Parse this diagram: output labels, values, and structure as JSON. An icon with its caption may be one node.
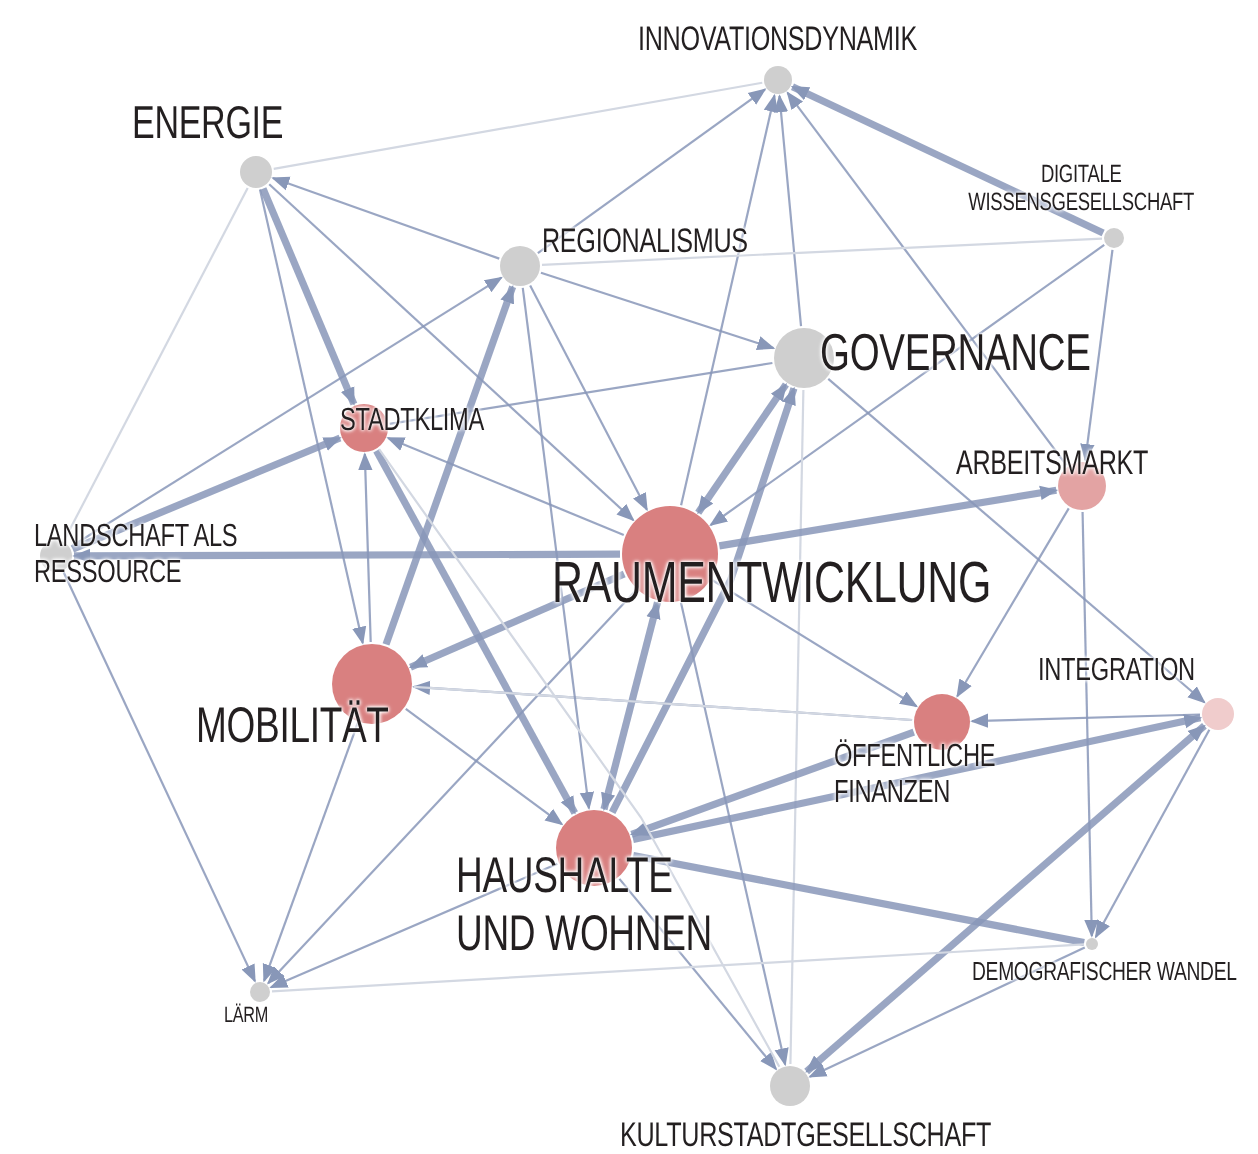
{
  "diagram": {
    "nodes": [
      {
        "text": [
          "INNOVATIONSDYNAMIK"
        ]
      },
      {
        "text": [
          "ENERGIE"
        ]
      },
      {
        "text": [
          "DIGITALE WISSENSGESELLSCHAFT"
        ]
      },
      {
        "text": [
          "REGIONALISMUS"
        ]
      },
      {
        "text": [
          "GOVERNANCE"
        ]
      },
      {
        "text": [
          "STADTKLIMA"
        ]
      },
      {
        "text": [
          "ARBEITSMARKT"
        ]
      },
      {
        "text": [
          "LANDSCHAFT ALS RESSOURCE"
        ]
      },
      {
        "text": [
          "RAUMENTWICKLUNG"
        ]
      },
      {
        "text": [
          "MOBILITÄT"
        ]
      },
      {
        "text": [
          "INTEGRATION"
        ]
      },
      {
        "text": [
          "ÖFFENTLICHE FINANZEN"
        ]
      },
      {
        "text": [
          "HAUSHALTE UND WOHNEN"
        ]
      },
      {
        "text": [
          "LÄRM"
        ]
      },
      {
        "text": [
          "DEMOGRAFISCHER WANDEL"
        ]
      },
      {
        "text": [
          "KULTURSTADTGESELLSCHAFT"
        ]
      }
    ],
    "edges": [
      {
        "from": 1,
        "to": 5,
        "arrow": "to",
        "style": "thick"
      },
      {
        "from": 3,
        "to": 1,
        "arrow": "to"
      },
      {
        "from": 1,
        "to": 8,
        "arrow": "to"
      },
      {
        "from": 1,
        "to": 9,
        "arrow": "to"
      },
      {
        "from": 1,
        "to": 7,
        "arrow": "none",
        "color": "#d3d8e2"
      },
      {
        "from": 1,
        "to": 0,
        "arrow": "none",
        "color": "#d3d8e2"
      },
      {
        "from": 7,
        "to": 5,
        "arrow": "to",
        "style": "thick"
      },
      {
        "from": 8,
        "to": 7,
        "arrow": "to",
        "style": "thick"
      },
      {
        "from": 7,
        "to": 13,
        "arrow": "to"
      },
      {
        "from": 9,
        "to": 13,
        "arrow": "to"
      },
      {
        "from": 12,
        "to": 13,
        "arrow": "to"
      },
      {
        "from": 8,
        "to": 13,
        "arrow": "to"
      },
      {
        "from": 9,
        "to": 3,
        "arrow": "to",
        "style": "thick"
      },
      {
        "from": 9,
        "to": 5,
        "arrow": "to"
      },
      {
        "from": 8,
        "to": 9,
        "arrow": "to",
        "style": "thick"
      },
      {
        "from": 11,
        "to": 9,
        "arrow": "to"
      },
      {
        "from": 5,
        "to": 12,
        "arrow": "to",
        "style": "thick"
      },
      {
        "from": 8,
        "to": 5,
        "arrow": "to"
      },
      {
        "from": 3,
        "to": 8,
        "arrow": "to"
      },
      {
        "from": 4,
        "to": 8,
        "arrow": "both",
        "style": "thick"
      },
      {
        "from": 8,
        "to": 0,
        "arrow": "to"
      },
      {
        "from": 4,
        "to": 0,
        "arrow": "to"
      },
      {
        "from": 2,
        "to": 0,
        "arrow": "to",
        "style": "thick"
      },
      {
        "from": 6,
        "to": 0,
        "arrow": "to"
      },
      {
        "from": 3,
        "to": 0,
        "arrow": "to"
      },
      {
        "from": 3,
        "to": 4,
        "arrow": "to"
      },
      {
        "from": 2,
        "to": 6,
        "arrow": "to"
      },
      {
        "from": 2,
        "to": 8,
        "arrow": "to"
      },
      {
        "from": 2,
        "to": 3,
        "arrow": "none",
        "color": "#d3d8e2"
      },
      {
        "from": 5,
        "to": 4,
        "arrow": "none"
      },
      {
        "from": 7,
        "to": 3,
        "arrow": "to"
      },
      {
        "from": 12,
        "to": 4,
        "arrow": "to",
        "style": "thick"
      },
      {
        "from": 4,
        "to": 10,
        "arrow": "to"
      },
      {
        "from": 4,
        "to": 15,
        "arrow": "none",
        "color": "#d3d8e2"
      },
      {
        "from": 8,
        "to": 6,
        "arrow": "to",
        "style": "thick"
      },
      {
        "from": 6,
        "to": 11,
        "arrow": "to"
      },
      {
        "from": 6,
        "to": 14,
        "arrow": "to"
      },
      {
        "from": 8,
        "to": 11,
        "arrow": "to"
      },
      {
        "from": 10,
        "to": 11,
        "arrow": "to"
      },
      {
        "from": 12,
        "to": 10,
        "arrow": "to",
        "style": "thick"
      },
      {
        "from": 10,
        "to": 15,
        "arrow": "both",
        "style": "thick"
      },
      {
        "from": 10,
        "to": 14,
        "arrow": "to"
      },
      {
        "from": 12,
        "to": 14,
        "arrow": "none",
        "style": "thick"
      },
      {
        "from": 14,
        "to": 15,
        "arrow": "to"
      },
      {
        "from": 12,
        "to": 8,
        "arrow": "both",
        "style": "thick"
      },
      {
        "from": 8,
        "to": 15,
        "arrow": "to"
      },
      {
        "from": 9,
        "to": 12,
        "arrow": "to"
      },
      {
        "from": 12,
        "to": 15,
        "arrow": "to"
      },
      {
        "from": 11,
        "to": 12,
        "arrow": "to",
        "style": "thick"
      },
      {
        "from": 9,
        "to": 11,
        "arrow": "none",
        "color": "#d3d8e2"
      },
      {
        "from": 13,
        "to": 14,
        "arrow": "none",
        "color": "#d3d8e2"
      },
      {
        "from": 3,
        "to": 12,
        "arrow": "to"
      },
      {
        "from": 5,
        "to": 15,
        "arrow": "none",
        "color": "#d3d8e2"
      }
    ]
  }
}
